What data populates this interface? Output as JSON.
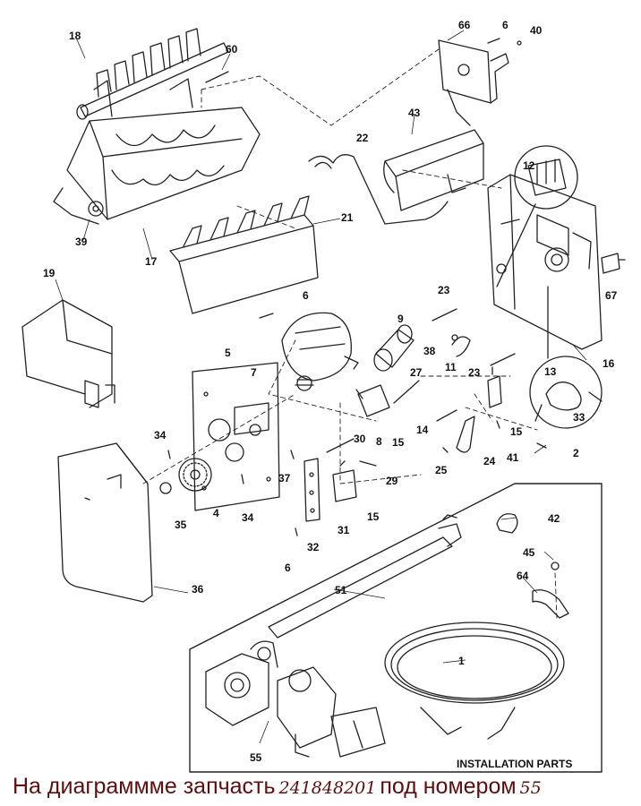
{
  "diagram": {
    "labels": [
      "18",
      "60",
      "66",
      "6",
      "40",
      "43",
      "22",
      "12",
      "17",
      "39",
      "21",
      "19",
      "6",
      "9",
      "23",
      "38",
      "11",
      "23",
      "16",
      "5",
      "7",
      "27",
      "13",
      "33",
      "67",
      "34",
      "14",
      "15",
      "30",
      "8",
      "15",
      "2",
      "24",
      "41",
      "25",
      "37",
      "29",
      "4",
      "35",
      "34",
      "31",
      "15",
      "32",
      "6",
      "36",
      "42",
      "45",
      "64",
      "51",
      "1",
      "55"
    ],
    "installation_box_label": "INSTALLATION PARTS"
  },
  "caption": {
    "before": "На диаграммме запчасть",
    "part_number": "241848201",
    "middle": "под номером",
    "highlight_number": "55"
  }
}
